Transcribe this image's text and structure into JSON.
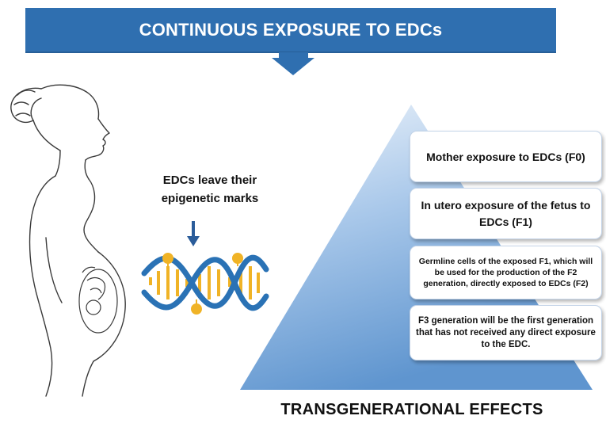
{
  "banner": {
    "title": "CONTINUOUS EXPOSURE TO EDCs"
  },
  "dna": {
    "caption": "EDCs leave their epigenetic marks"
  },
  "pyramid": {
    "boxes": [
      {
        "text": "Mother exposure to EDCs (F0)"
      },
      {
        "text": "In utero exposure of the fetus to EDCs (F1)"
      },
      {
        "text": "Germline cells of the exposed F1, which will be used for the production of the F2 generation, directly exposed to EDCs (F2)"
      },
      {
        "text": "F3 generation will be the first generation that has not received any direct exposure to the EDC."
      }
    ]
  },
  "footer": {
    "title": "TRANSGENERATIONAL EFFECTS"
  },
  "colors": {
    "banner": "#2f6fb0",
    "pyramid_light": "#eef4fb",
    "pyramid_dark": "#5f95cf",
    "dna_strand": "#2a72b5",
    "methyl_mark": "#f0b326"
  }
}
